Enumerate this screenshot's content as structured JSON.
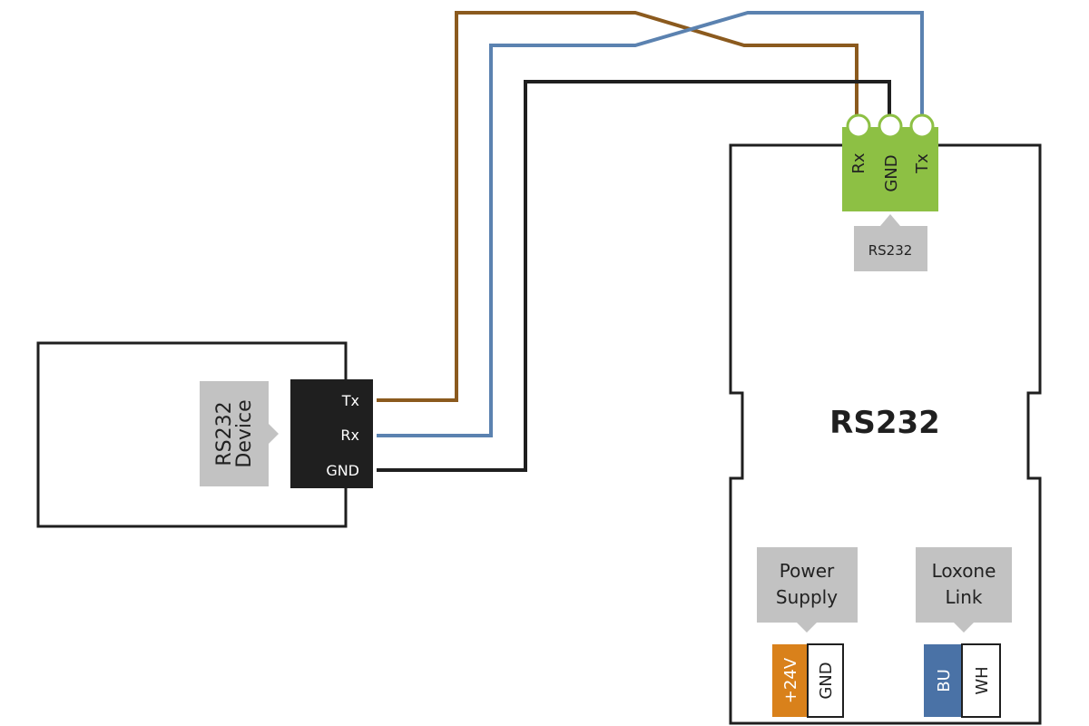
{
  "device": {
    "label_line1": "RS232",
    "label_line2": "Device",
    "pins": {
      "tx": "Tx",
      "rx": "Rx",
      "gnd": "GND"
    }
  },
  "extension": {
    "title": "RS232",
    "terminal": {
      "rx": "Rx",
      "gnd": "GND",
      "tx": "Tx"
    },
    "terminal_label": "RS232",
    "power_label_line1": "Power",
    "power_label_line2": "Supply",
    "power_terminal": {
      "plus24v": "+24V",
      "gnd": "GND"
    },
    "link_label_line1": "Loxone",
    "link_label_line2": "Link",
    "link_terminal": {
      "bu": "BU",
      "wh": "WH"
    }
  },
  "colors": {
    "wire_tx": "#8b5a1e",
    "wire_rx": "#5b82b0",
    "wire_gnd": "#1f1f1f",
    "terminal_green": "#8dc044",
    "label_gray": "#c2c2c2",
    "plus24v_orange": "#d9811b",
    "bu_blue": "#4a72a6"
  }
}
